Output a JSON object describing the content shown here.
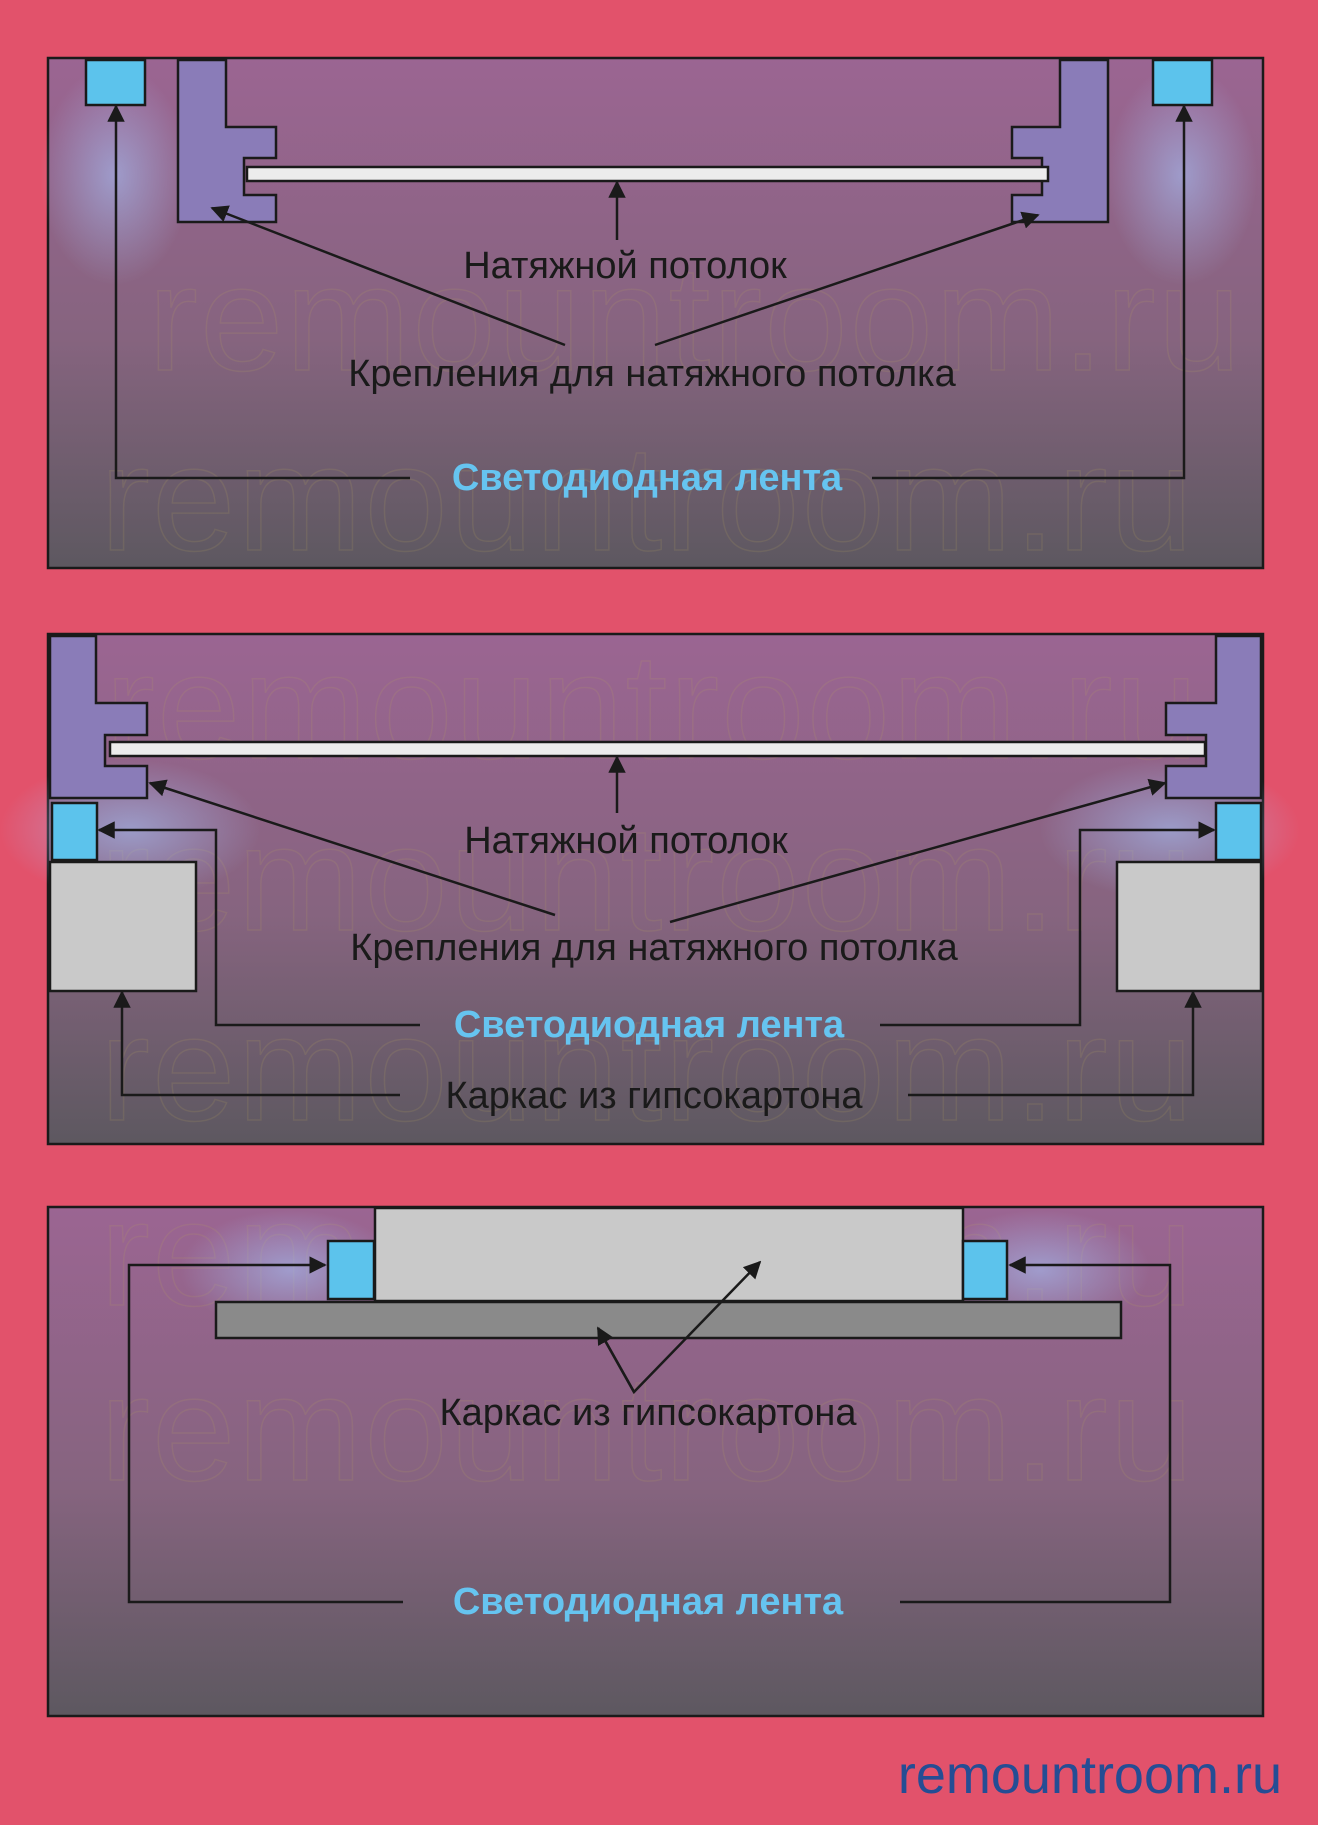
{
  "panels": [
    {
      "stretch_ceiling_label": "Натяжной потолок",
      "mounts_label": "Крепления для натяжного потолка",
      "led_strip_label": "Светодиодная лента"
    },
    {
      "stretch_ceiling_label": "Натяжной потолок",
      "mounts_label": "Крепления для натяжного потолка",
      "led_strip_label": "Светодиодная лента",
      "drywall_frame_label": "Каркас из гипсокартона"
    },
    {
      "drywall_frame_label": "Каркас из гипсокартона",
      "led_strip_label": "Светодиодная лента"
    }
  ],
  "watermark": "remountroom.ru",
  "site_label": "remountroom.ru",
  "colors": {
    "background": "#e2526b",
    "panel_top": "#9b6592",
    "panel_bottom": "#5d5860",
    "led_strip": "#5cc3ec",
    "mount_profile": "#8a7cb8",
    "drywall": "#c9c9c9",
    "ceiling_sheet": "#ececec",
    "led_text": "#66c4f0",
    "site_text": "#254d94"
  }
}
